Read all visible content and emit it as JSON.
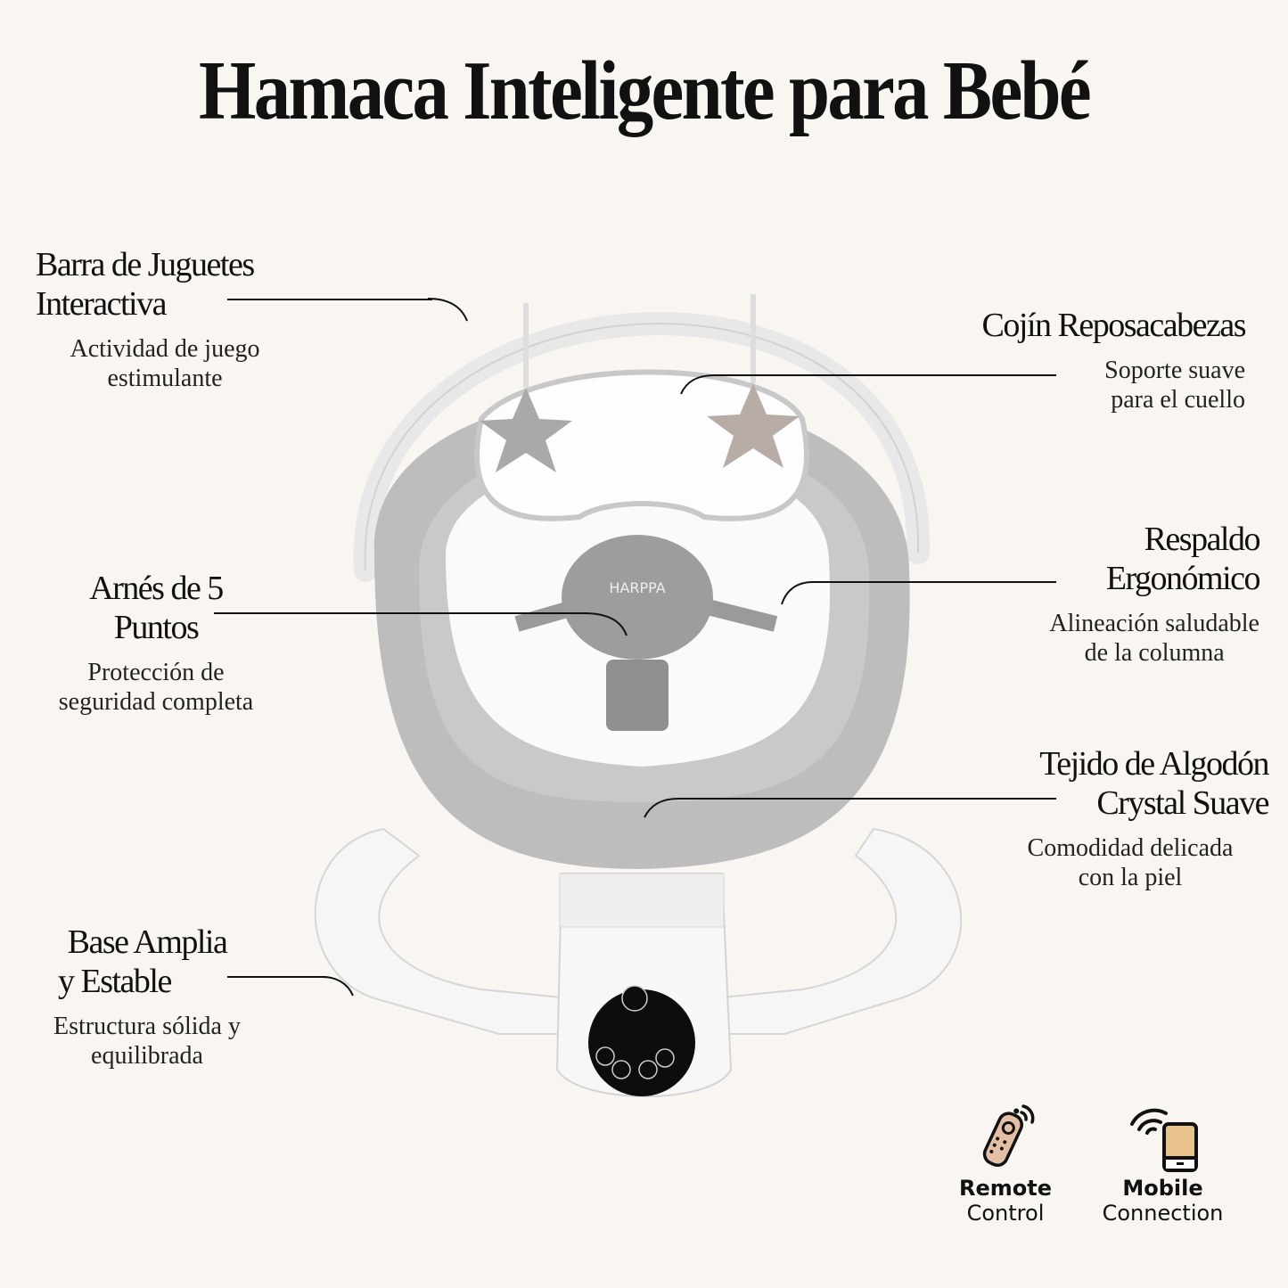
{
  "title": "Hamaca Inteligente para Bebé",
  "callouts": [
    {
      "id": "toy-bar",
      "heading_lines": [
        "Barra de Juguetes",
        "Interactiva"
      ],
      "sub_lines": [
        "Actividad de juego",
        "estimulante"
      ]
    },
    {
      "id": "headrest",
      "heading_lines": [
        "Cojín Reposacabezas"
      ],
      "sub_lines": [
        "Soporte suave",
        "para el cuello"
      ]
    },
    {
      "id": "harness",
      "heading_lines": [
        "Arnés de 5",
        "Puntos"
      ],
      "sub_lines": [
        "Protección de",
        "seguridad completa"
      ]
    },
    {
      "id": "backrest",
      "heading_lines": [
        "Respaldo",
        "Ergonómico"
      ],
      "sub_lines": [
        "Alineación saludable",
        "de la columna"
      ]
    },
    {
      "id": "fabric",
      "heading_lines": [
        "Tejido de Algodón",
        "Crystal Suave"
      ],
      "sub_lines": [
        "Comodidad delicada",
        "con la piel"
      ]
    },
    {
      "id": "base",
      "heading_lines": [
        "Base Amplia",
        "y Estable"
      ],
      "sub_lines": [
        "Estructura sólida y",
        "equilibrada"
      ]
    }
  ],
  "product": {
    "brand_badge": "HARPPA"
  },
  "features": [
    {
      "icon": "remote-control-icon",
      "bold": "Remote",
      "normal": "Control",
      "color": "#e3bfa6"
    },
    {
      "icon": "mobile-phone-icon",
      "bold": "Mobile",
      "normal": "Connection",
      "color": "#e8c28c"
    }
  ],
  "colors": {
    "background": "#f9f6f1",
    "text": "#111111",
    "fabric_gray": "#b9b9b9",
    "frame_white": "#f3f3f3"
  }
}
